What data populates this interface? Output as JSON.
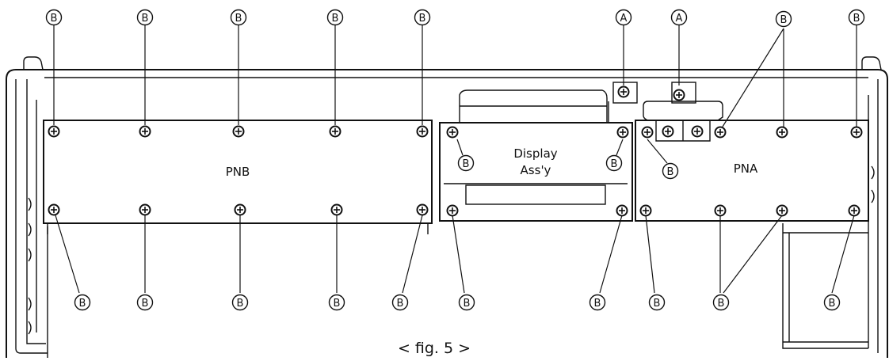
{
  "figure": {
    "caption": "< fig. 5 >",
    "boards": {
      "pnb": "PNB",
      "display_line1": "Display",
      "display_line2": "Ass'y",
      "pna": "PNA"
    },
    "screw_letter_b": "B",
    "screw_letter_a": "A"
  }
}
